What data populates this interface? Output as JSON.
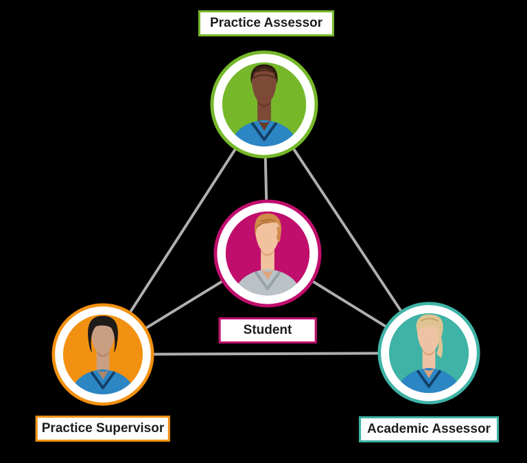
{
  "diagram": {
    "background_color": "#000000",
    "connector_color": "#AFAFAF",
    "label_background_color": "#FFFFFF",
    "label_text_color": "#1D1D1B",
    "nodes": [
      {
        "id": "practice-assessor",
        "label": "Practice Assessor",
        "ring_color": "#76B82A",
        "avatar_icon": "faceless-person-dark-braided-hair-blue-scrubs",
        "avatar_colors": {
          "skin": "#7D4A37",
          "skin_shadow": "#693A29",
          "hair": "#2A180F",
          "hair_highlight": "#4E2D1B",
          "shirt": "#2C86C3",
          "trim": "#123E66"
        }
      },
      {
        "id": "student",
        "label": "Student",
        "ring_color": "#C00E6D",
        "avatar_icon": "faceless-person-ginger-hair-grey-top",
        "avatar_colors": {
          "skin": "#F2C29E",
          "skin_shadow": "#DFA67E",
          "hair": "#D18A4A",
          "hair_highlight": "#B06F35",
          "shirt": "#BAC2C7",
          "trim": "#97A1A8"
        }
      },
      {
        "id": "practice-supervisor",
        "label": "Practice Supervisor",
        "ring_color": "#F29111",
        "avatar_icon": "faceless-person-black-shaggy-hair-blue-scrubs",
        "avatar_colors": {
          "skin": "#C99F84",
          "skin_shadow": "#B3866A",
          "hair": "#1E1B19",
          "hair_highlight": "#3A3430",
          "shirt": "#2C86C3",
          "trim": "#123E66"
        }
      },
      {
        "id": "academic-assessor",
        "label": "Academic Assessor",
        "ring_color": "#3EB3A6",
        "avatar_icon": "faceless-person-blonde-swept-hair-blue-scrubs",
        "avatar_colors": {
          "skin": "#EEC3A3",
          "skin_shadow": "#D9A47E",
          "hair": "#DFC393",
          "hair_highlight": "#C6A369",
          "shirt": "#2C86C3",
          "trim": "#123E66"
        }
      }
    ],
    "edges": [
      {
        "from": "practice-assessor",
        "to": "student"
      },
      {
        "from": "practice-assessor",
        "to": "practice-supervisor"
      },
      {
        "from": "practice-assessor",
        "to": "academic-assessor"
      },
      {
        "from": "student",
        "to": "practice-supervisor"
      },
      {
        "from": "student",
        "to": "academic-assessor"
      },
      {
        "from": "practice-supervisor",
        "to": "academic-assessor"
      }
    ]
  }
}
